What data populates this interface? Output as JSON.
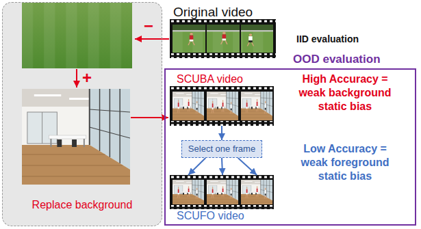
{
  "diagram": {
    "nodes": [
      {
        "text": [
          "Replace background"
        ]
      },
      {
        "text": [
          "Original video"
        ]
      },
      {
        "text": [
          "OOD evaluation"
        ]
      },
      {
        "text": [
          "SCUBA video"
        ],
        "in": 2
      },
      {
        "text": [
          "Select one frame"
        ],
        "in": 2
      },
      {
        "text": [
          "SCUFO video"
        ],
        "in": 2
      }
    ],
    "edges": [
      {
        "from": 3,
        "to": 4,
        "arrow": "to"
      },
      {
        "from": 4,
        "to": 5,
        "arrow": "to"
      },
      {
        "from": 4,
        "to": 5,
        "arrow": "to"
      },
      {
        "from": 4,
        "to": 5,
        "arrow": "to"
      }
    ],
    "labels": [
      "−",
      "+",
      "IID evaluation",
      "High Accuracy = weak background static bias",
      "Low Accuracy = weak foreground static bias"
    ]
  }
}
